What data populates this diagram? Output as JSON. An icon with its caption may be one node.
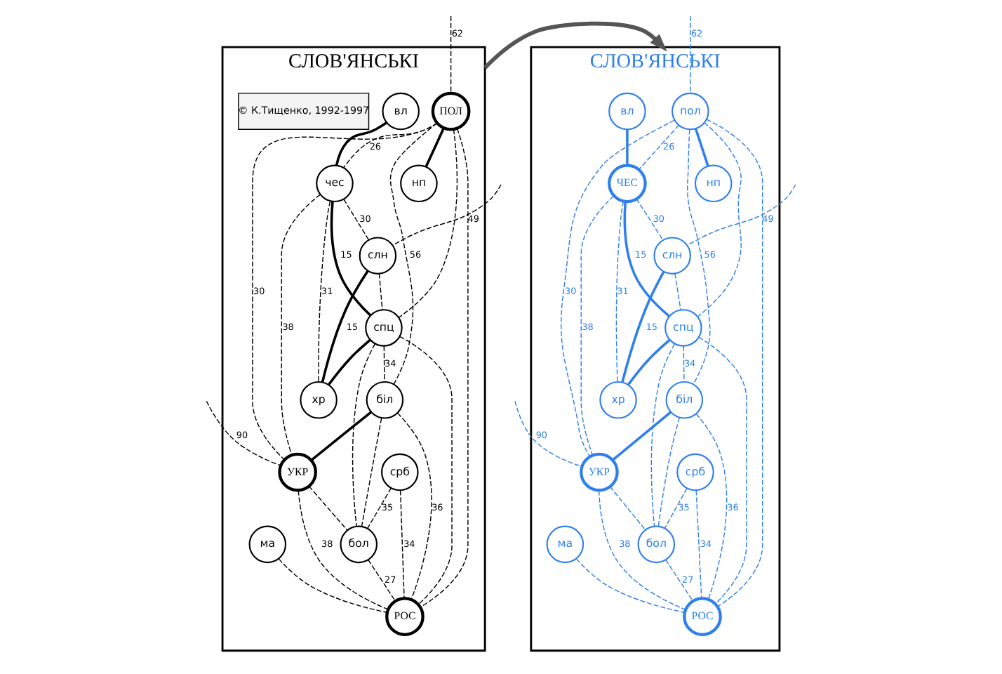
{
  "diagram": {
    "nodes": [
      {
        "text": [
          "СЛОВ'ЯНСЬКІ"
        ]
      },
      {
        "text": [
          "ПОЛ"
        ],
        "in": 0
      },
      {
        "text": [
          "нп"
        ],
        "in": 0
      },
      {
        "text": [
          "вл"
        ],
        "in": 0
      },
      {
        "text": [
          "чес"
        ],
        "in": 0
      },
      {
        "text": [
          "УКР"
        ],
        "in": 0
      },
      {
        "text": [
          "слн"
        ],
        "in": 0
      },
      {
        "text": [
          "спц"
        ],
        "in": 0
      },
      {
        "text": [
          "біл"
        ],
        "in": 0
      },
      {
        "text": [
          "хр"
        ],
        "in": 0
      },
      {
        "text": [
          "бол"
        ],
        "in": 0
      },
      {
        "text": [
          "срб"
        ],
        "in": 0
      },
      {
        "text": [
          "ма"
        ],
        "in": 0
      },
      {
        "text": [
          "РОС"
        ],
        "in": 0
      },
      {
        "text": [
          "© К.Тищенко, 1992-1997"
        ],
        "in": 0
      },
      {
        "text": [
          "СЛОВ'ЯНСЬКІ"
        ]
      },
      {
        "text": [
          "пол"
        ],
        "in": 15
      },
      {
        "text": [
          "нп"
        ],
        "in": 15
      },
      {
        "text": [
          "вл"
        ],
        "in": 15
      },
      {
        "text": [
          "ЧЕС"
        ],
        "in": 15
      },
      {
        "text": [
          "УКР"
        ],
        "in": 15
      },
      {
        "text": [
          "слн"
        ],
        "in": 15
      },
      {
        "text": [
          "спц"
        ],
        "in": 15
      },
      {
        "text": [
          "біл"
        ],
        "in": 15
      },
      {
        "text": [
          "хр"
        ],
        "in": 15
      },
      {
        "text": [
          "бол"
        ],
        "in": 15
      },
      {
        "text": [
          "срб"
        ],
        "in": 15
      },
      {
        "text": [
          "ма"
        ],
        "in": 15
      },
      {
        "text": [
          "РОС"
        ],
        "in": 15
      }
    ],
    "edges": [
      {
        "from": 1,
        "to": 2,
        "arrow": "none"
      },
      {
        "from": 3,
        "to": 4,
        "arrow": "none"
      },
      {
        "from": 1,
        "to": 4,
        "arrow": "none",
        "label": "26",
        "style": "dashed"
      },
      {
        "from": 1,
        "to": 5,
        "arrow": "none",
        "label": "30",
        "style": "dashed"
      },
      {
        "from": 1,
        "to": 7,
        "arrow": "none",
        "style": "dashed"
      },
      {
        "from": 1,
        "to": 8,
        "arrow": "none",
        "label": "56",
        "style": "dashed"
      },
      {
        "from": 1,
        "to": 13,
        "arrow": "none",
        "style": "dashed"
      },
      {
        "from": 4,
        "to": 5,
        "arrow": "none",
        "label": "38",
        "style": "dashed"
      },
      {
        "from": 4,
        "to": 6,
        "arrow": "none",
        "label": "30",
        "style": "dashed"
      },
      {
        "from": 4,
        "to": 9,
        "arrow": "none",
        "label": "31",
        "style": "dashed"
      },
      {
        "from": 4,
        "to": 7,
        "arrow": "none",
        "label": "15"
      },
      {
        "from": 6,
        "to": 7,
        "arrow": "none",
        "style": "dashed"
      },
      {
        "from": 6,
        "to": 9,
        "arrow": "none",
        "label": "15"
      },
      {
        "from": 7,
        "to": 9,
        "arrow": "none"
      },
      {
        "from": 7,
        "to": 8,
        "arrow": "none",
        "label": "34",
        "style": "dashed"
      },
      {
        "from": 7,
        "to": 10,
        "arrow": "none",
        "style": "dashed"
      },
      {
        "from": 7,
        "to": 13,
        "arrow": "none",
        "style": "dashed"
      },
      {
        "from": 8,
        "to": 5,
        "arrow": "none"
      },
      {
        "from": 8,
        "to": 10,
        "arrow": "none",
        "style": "dashed"
      },
      {
        "from": 8,
        "to": 13,
        "arrow": "none",
        "label": "36",
        "style": "dashed"
      },
      {
        "from": 5,
        "to": 10,
        "arrow": "none",
        "style": "dashed"
      },
      {
        "from": 5,
        "to": 13,
        "arrow": "none",
        "label": "38",
        "style": "dashed"
      },
      {
        "from": 11,
        "to": 10,
        "arrow": "none",
        "label": "35",
        "style": "dashed"
      },
      {
        "from": 11,
        "to": 13,
        "arrow": "none",
        "label": "34",
        "style": "dashed"
      },
      {
        "from": 10,
        "to": 13,
        "arrow": "none",
        "label": "27",
        "style": "dashed"
      },
      {
        "from": 12,
        "to": 13,
        "arrow": "none",
        "style": "dashed"
      },
      {
        "from": null,
        "to": 1,
        "arrow": "none",
        "label": "62",
        "style": "dashed"
      },
      {
        "from": null,
        "to": 5,
        "arrow": "none",
        "label": "90",
        "style": "dashed"
      },
      {
        "from": null,
        "to": 6,
        "arrow": "none",
        "label": "49",
        "style": "dashed"
      },
      {
        "from": 16,
        "to": 17,
        "arrow": "none",
        "color": "#2f80ed"
      },
      {
        "from": 18,
        "to": 19,
        "arrow": "none",
        "color": "#2f80ed"
      },
      {
        "from": 16,
        "to": 19,
        "arrow": "none",
        "label": "26",
        "style": "dashed",
        "color": "#2f80ed"
      },
      {
        "from": 16,
        "to": 20,
        "arrow": "none",
        "label": "30",
        "style": "dashed",
        "color": "#2f80ed"
      },
      {
        "from": 16,
        "to": 22,
        "arrow": "none",
        "style": "dashed",
        "color": "#2f80ed"
      },
      {
        "from": 16,
        "to": 23,
        "arrow": "none",
        "label": "56",
        "style": "dashed",
        "color": "#2f80ed"
      },
      {
        "from": 16,
        "to": 28,
        "arrow": "none",
        "style": "dashed",
        "color": "#2f80ed"
      },
      {
        "from": 19,
        "to": 20,
        "arrow": "none",
        "label": "38",
        "style": "dashed",
        "color": "#2f80ed"
      },
      {
        "from": 19,
        "to": 21,
        "arrow": "none",
        "label": "30",
        "style": "dashed",
        "color": "#2f80ed"
      },
      {
        "from": 19,
        "to": 24,
        "arrow": "none",
        "label": "31",
        "style": "dashed",
        "color": "#2f80ed"
      },
      {
        "from": 19,
        "to": 22,
        "arrow": "none",
        "label": "15",
        "color": "#2f80ed"
      },
      {
        "from": 21,
        "to": 22,
        "arrow": "none",
        "style": "dashed",
        "color": "#2f80ed"
      },
      {
        "from": 21,
        "to": 24,
        "arrow": "none",
        "label": "15",
        "color": "#2f80ed"
      },
      {
        "from": 22,
        "to": 24,
        "arrow": "none",
        "color": "#2f80ed"
      },
      {
        "from": 22,
        "to": 23,
        "arrow": "none",
        "label": "34",
        "style": "dashed",
        "color": "#2f80ed"
      },
      {
        "from": 22,
        "to": 25,
        "arrow": "none",
        "style": "dashed",
        "color": "#2f80ed"
      },
      {
        "from": 22,
        "to": 28,
        "arrow": "none",
        "style": "dashed",
        "color": "#2f80ed"
      },
      {
        "from": 23,
        "to": 20,
        "arrow": "none",
        "color": "#2f80ed"
      },
      {
        "from": 23,
        "to": 25,
        "arrow": "none",
        "style": "dashed",
        "color": "#2f80ed"
      },
      {
        "from": 23,
        "to": 28,
        "arrow": "none",
        "label": "36",
        "style": "dashed",
        "color": "#2f80ed"
      },
      {
        "from": 20,
        "to": 25,
        "arrow": "none",
        "style": "dashed",
        "color": "#2f80ed"
      },
      {
        "from": 20,
        "to": 28,
        "arrow": "none",
        "label": "38",
        "style": "dashed",
        "color": "#2f80ed"
      },
      {
        "from": 26,
        "to": 25,
        "arrow": "none",
        "label": "35",
        "style": "dashed",
        "color": "#2f80ed"
      },
      {
        "from": 26,
        "to": 28,
        "arrow": "none",
        "label": "34",
        "style": "dashed",
        "color": "#2f80ed"
      },
      {
        "from": 25,
        "to": 28,
        "arrow": "none",
        "label": "27",
        "style": "dashed",
        "color": "#2f80ed"
      },
      {
        "from": 27,
        "to": 28,
        "arrow": "none",
        "style": "dashed",
        "color": "#2f80ed"
      },
      {
        "from": null,
        "to": 16,
        "arrow": "none",
        "label": "62",
        "style": "dashed",
        "color": "#2f80ed"
      },
      {
        "from": null,
        "to": 20,
        "arrow": "none",
        "label": "90",
        "style": "dashed",
        "color": "#2f80ed"
      },
      {
        "from": null,
        "to": 21,
        "arrow": "none",
        "label": "49",
        "style": "dashed",
        "color": "#2f80ed"
      },
      {
        "from": 0,
        "to": 15,
        "arrow": "to",
        "style": "thick",
        "color": "#555555"
      }
    ]
  }
}
